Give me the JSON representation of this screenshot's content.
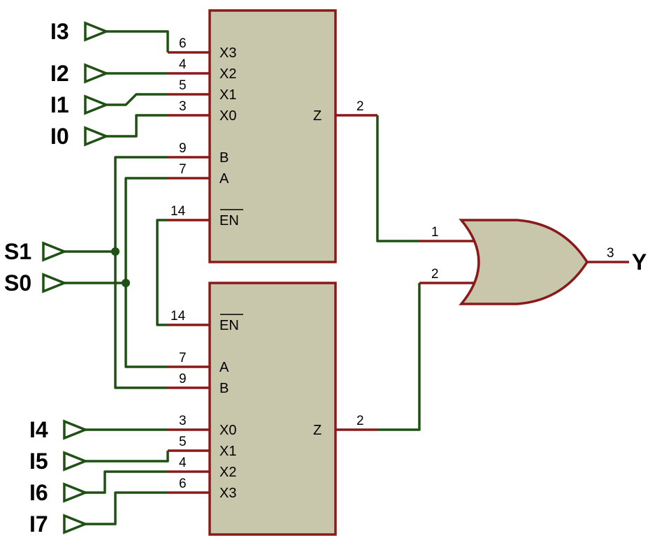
{
  "inputs": {
    "i3": "I3",
    "i2": "I2",
    "i1": "I1",
    "i0": "I0",
    "s1": "S1",
    "s0": "S0",
    "i4": "I4",
    "i5": "I5",
    "i6": "I6",
    "i7": "I7"
  },
  "output": "Y",
  "mux_top": {
    "ports": {
      "x3": "X3",
      "x2": "X2",
      "x1": "X1",
      "x0": "X0",
      "b": "B",
      "a": "A",
      "en": "EN",
      "z": "Z"
    },
    "pins": {
      "x3": "6",
      "x2": "4",
      "x1": "5",
      "x0": "3",
      "b": "9",
      "a": "7",
      "en": "14",
      "z": "2"
    }
  },
  "mux_bottom": {
    "ports": {
      "en": "EN",
      "a": "A",
      "b": "B",
      "x0": "X0",
      "x1": "X1",
      "x2": "X2",
      "x3": "X3",
      "z": "Z"
    },
    "pins": {
      "en": "14",
      "a": "7",
      "b": "9",
      "x0": "3",
      "x1": "5",
      "x2": "4",
      "x3": "6",
      "z": "2"
    }
  },
  "or_gate": {
    "pins": {
      "in1": "1",
      "in2": "2",
      "out": "3"
    }
  },
  "colors": {
    "wire": "#1f5014",
    "pin": "#8a1a1a",
    "chip_fill": "#c9c7ab"
  }
}
